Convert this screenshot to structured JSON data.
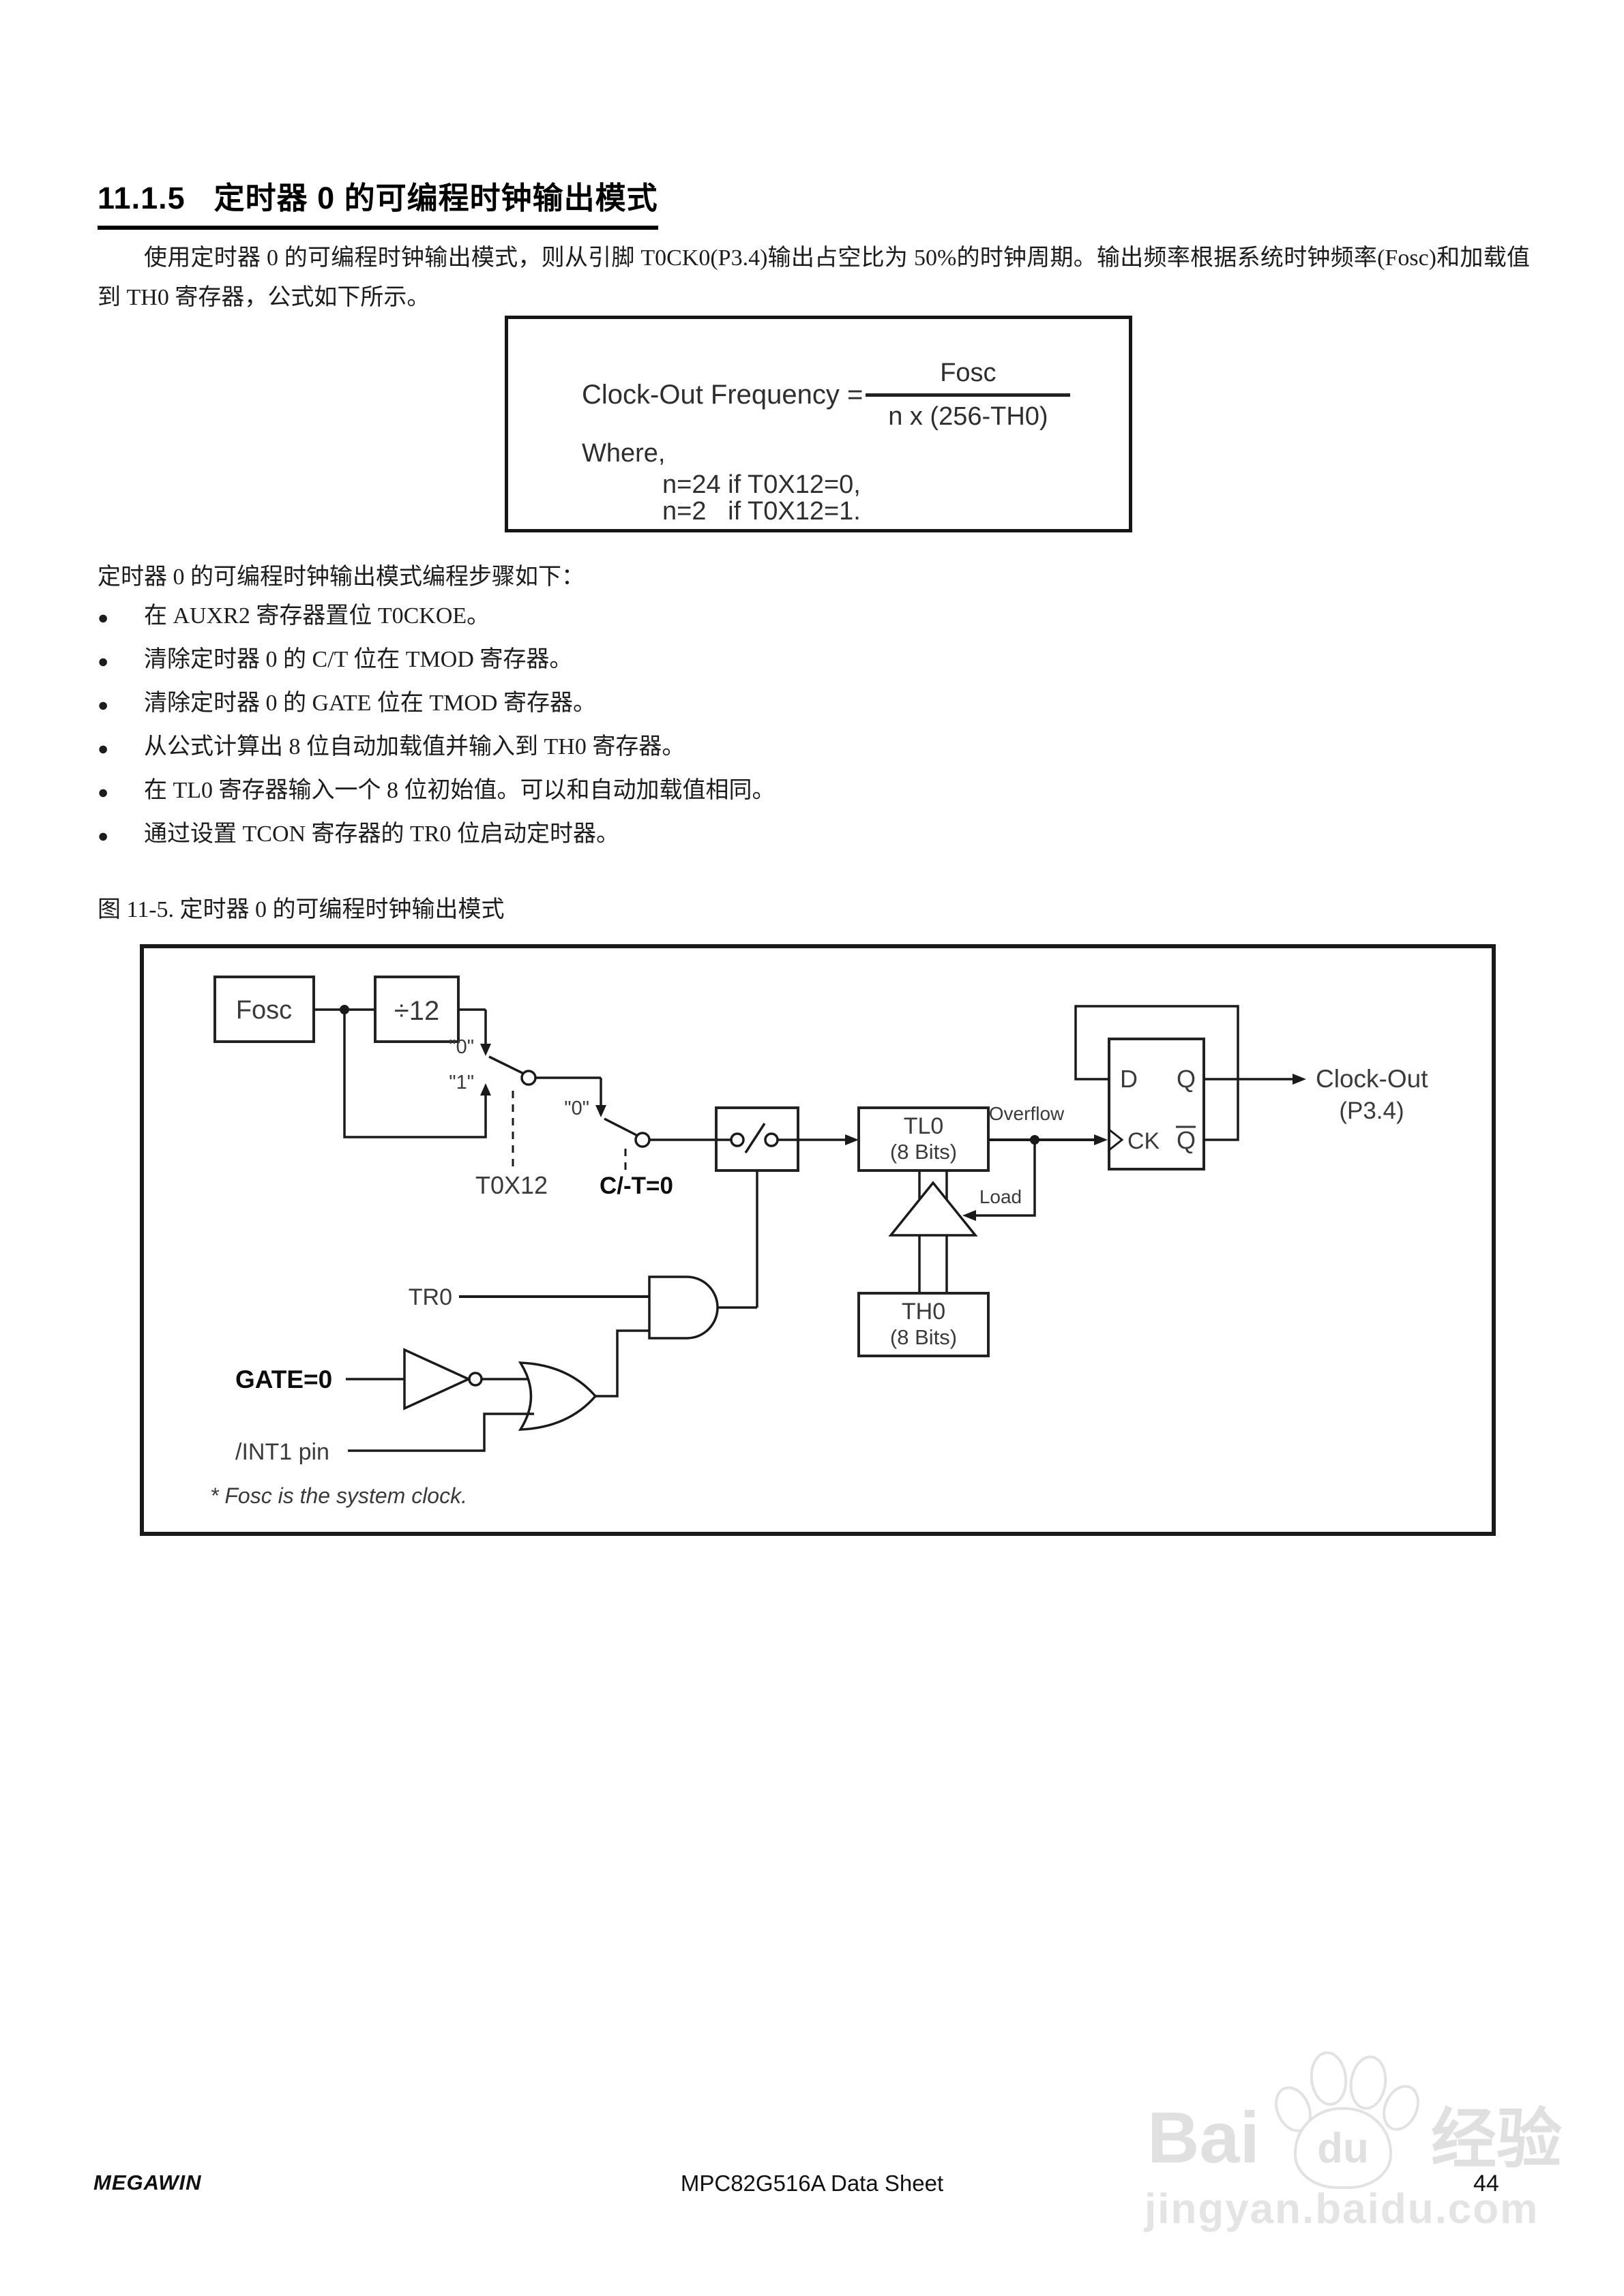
{
  "header": {
    "section_number": "11.1.5",
    "section_title": "定时器 0 的可编程时钟输出模式"
  },
  "body": {
    "intro_paragraph": "使用定时器 0 的可编程时钟输出模式，则从引脚 T0CK0(P3.4)输出占空比为 50%的时钟周期。输出频率根据系统时钟频率(Fosc)和加载值到 TH0 寄存器，公式如下所示。",
    "steps_intro": "定时器 0 的可编程时钟输出模式编程步骤如下：",
    "bullet_marker": "●",
    "bullets": [
      "在 AUXR2 寄存器置位 T0CKOE。",
      "清除定时器 0 的 C/T 位在 TMOD 寄存器。",
      "清除定时器 0 的 GATE 位在 TMOD 寄存器。",
      "从公式计算出 8 位自动加载值并输入到 TH0 寄存器。",
      "在 TL0 寄存器输入一个 8 位初始值。可以和自动加载值相同。",
      "通过设置 TCON 寄存器的 TR0 位启动定时器。"
    ],
    "figure_caption": "图 11-5.   定时器 0 的可编程时钟输出模式"
  },
  "formula": {
    "lhs": "Clock-Out Frequency =",
    "numerator": "Fosc",
    "denominator": "n x (256-TH0)",
    "where": "Where,",
    "case1": "n=24 if T0X12=0,",
    "case2": "n=2   if T0X12=1."
  },
  "diagram": {
    "fosc": "Fosc",
    "div12": "÷12",
    "sw1_pos0": "\"0\"",
    "sw1_pos1": "\"1\"",
    "sw2_pos0": "\"0\"",
    "t0x12": "T0X12",
    "t0x12_color": "#4141c6",
    "ct_label": "C/-T=0",
    "tl0_line1": "TL0",
    "tl0_line2": "(8 Bits)",
    "overflow": "Overflow",
    "ff_d": "D",
    "ff_q": "Q",
    "ff_ck": "CK",
    "ff_qbar": "Q",
    "clock_out": "Clock-Out",
    "clock_out_pin": "(P3.4)",
    "load": "Load",
    "th0_line1": "TH0",
    "th0_line2": "(8 Bits)",
    "tr0": "TR0",
    "gate": "GATE=0",
    "int1": "/INT1 pin",
    "note": "* Fosc is the system clock."
  },
  "footer": {
    "brand": "MEGAWIN",
    "doc_title": "MPC82G516A Data Sheet",
    "page_number": "44"
  },
  "watermark": {
    "logo_left": "Bai",
    "logo_paw": "du",
    "logo_cn": "经验",
    "url": "jingyan.baidu.com"
  }
}
